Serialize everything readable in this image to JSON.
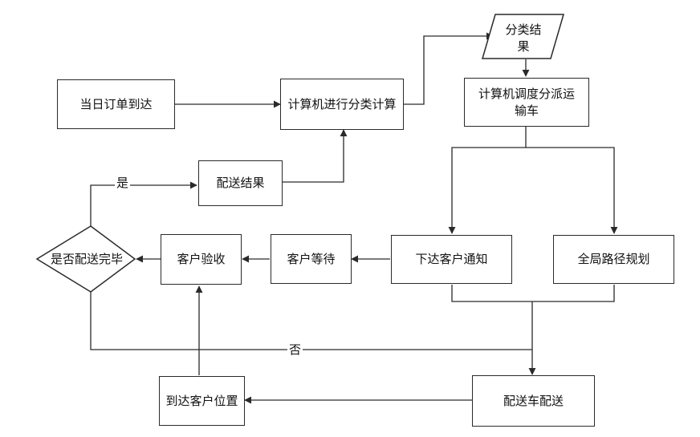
{
  "nodes": {
    "order_arrival": "当日订单到达",
    "classify_compute": "计算机进行分类计算",
    "classify_result": "分类结果",
    "dispatch_vehicle": "计算机调度分派运输车",
    "delivery_result": "配送结果",
    "notify_customer": "下达客户通知",
    "global_route": "全局路径规划",
    "customer_wait": "客户等待",
    "customer_accept": "客户验收",
    "delivery_done": "是否配送完毕",
    "arrive_location": "到达客户位置",
    "vehicle_delivery": "配送车配送"
  },
  "edge_labels": {
    "yes": "是",
    "no": "否"
  },
  "colors": {
    "stroke": "#2a2a2a",
    "text": "#111111",
    "background": "#ffffff"
  }
}
